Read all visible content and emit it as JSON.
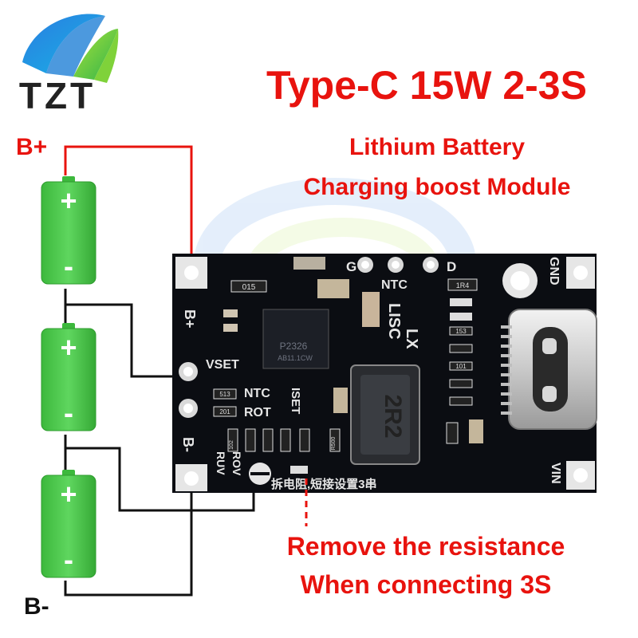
{
  "brand": {
    "name": "TZT"
  },
  "title": "Type-C 15W 2-3S",
  "subtitle_line1": "Lithium Battery",
  "subtitle_line2": "Charging boost Module",
  "note_line1": "Remove the resistance",
  "note_line2": "When connecting 3S",
  "terminals": {
    "b_plus": "B+",
    "b_minus": "B-"
  },
  "battery": {
    "plus_sign": "+",
    "minus_sign": "-"
  },
  "board": {
    "pad_g": "G",
    "pad_d": "D",
    "ntc_top": "NTC",
    "gnd": "GND",
    "vin": "VIN",
    "bplus": "B+",
    "bminus": "B-",
    "vset": "VSET",
    "ntc_mid": "NTC",
    "rot": "ROT",
    "iset": "ISET",
    "ruv": "RUV",
    "rov": "ROV",
    "lisc": "LISC",
    "lx": "LX",
    "chip_marking": "P2326",
    "chip_marking2": "AB11.1CW",
    "inductor": "2R2",
    "chinese_note": "拆电阻,短接设置3串",
    "res_015": "015",
    "res_513": "513",
    "res_201": "201",
    "res_102": "102",
    "res_r500": "R500",
    "res_101": "101",
    "res_153": "153",
    "res_1r4": "1R4"
  },
  "colors": {
    "red": "#e8130e",
    "battery_green": "#4fcb4f",
    "battery_dark": "#2e9c2e",
    "pcb": "#0b0d12",
    "wire_black": "#111111"
  }
}
